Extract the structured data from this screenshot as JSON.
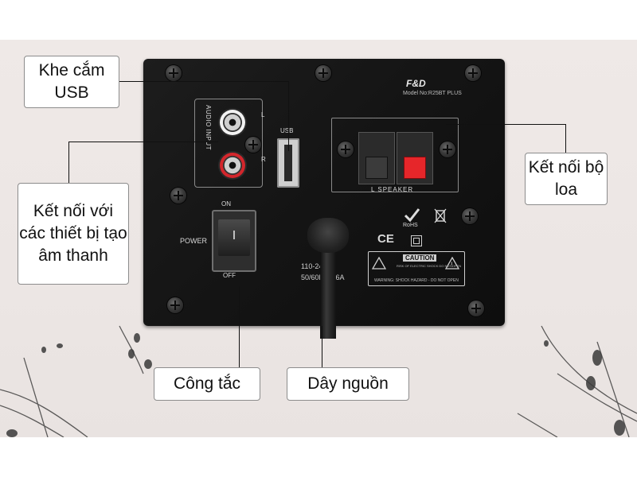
{
  "panel": {
    "brand": "F&D",
    "model": "Model No:R25BT PLUS",
    "audio_input_label": "AUDIO INPUT",
    "channel_left": "L",
    "channel_right": "R",
    "usb_label": "USB",
    "speaker_label": "L SPEAKER",
    "switch_on": "ON",
    "switch_off": "OFF",
    "switch_power": "POWER",
    "switch_symbol": "I",
    "voltage_line1": "110-240V~",
    "voltage_line2": "50/60Hz 0.6A",
    "rohs_label": "RoHS",
    "ce_label": "CE",
    "caution_title": "CAUTION",
    "caution_small": "RISK OF ELECTRIC SHOCK DO NOT OPEN",
    "caution_warning": "WARNING: SHOCK HAZARD - DO NOT OPEN"
  },
  "callouts": {
    "usb": "Khe cắm USB",
    "audio": "Kết nối với các thiết bị tạo âm thanh",
    "speaker": "Kết nối bộ loa",
    "switch": "Công tắc",
    "power_cord": "Dây nguồn"
  },
  "colors": {
    "panel": "#141414",
    "rca_right": "#d3262c",
    "terminal_red": "#e6262a",
    "background": "#ece6e4"
  }
}
